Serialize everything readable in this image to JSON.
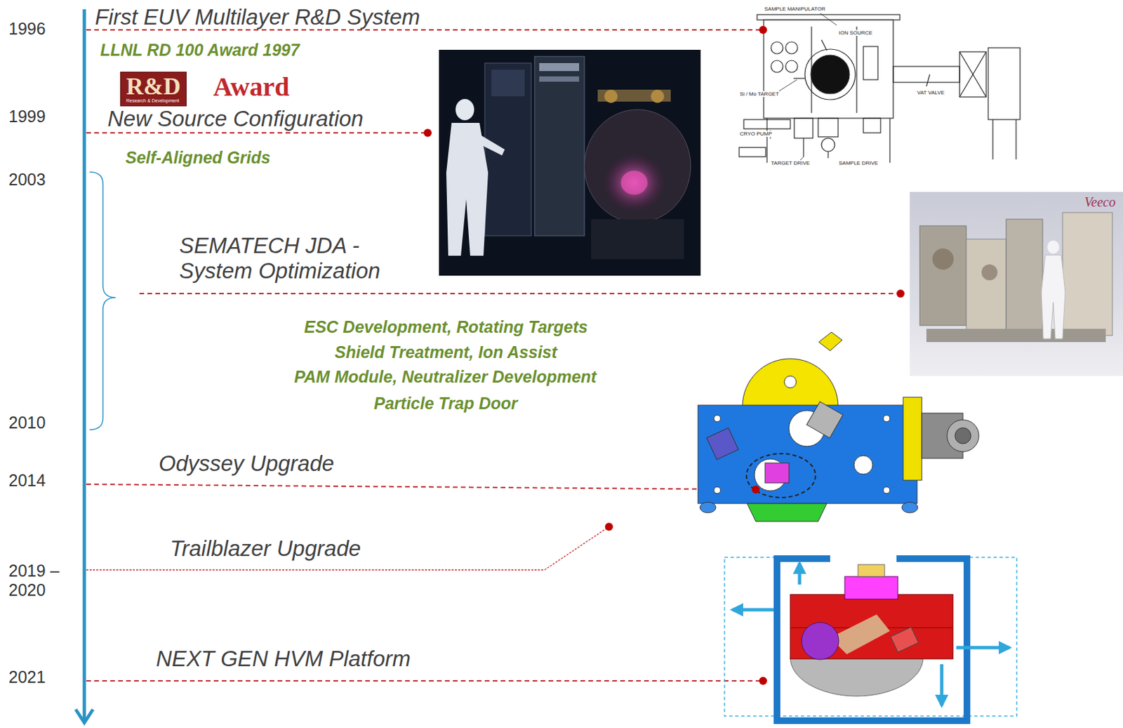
{
  "diagram": {
    "nodes": [
      {
        "text": [
          "R&D",
          "Research & Development"
        ]
      }
    ],
    "labels": [
      "1996",
      "First EUV Multilayer R&D System",
      "LLNL RD 100 Award 1997",
      "Award",
      "1999",
      "New Source Configuration",
      "Self-Aligned Grids",
      "2003",
      "SEMATECH JDA - System Optimization",
      "ESC Development, Rotating Targets",
      "Shield Treatment, Ion Assist",
      "PAM Module, Neutralizer Development",
      "Particle Trap Door",
      "2010",
      "2014",
      "Odyssey Upgrade",
      "2019 – 2020",
      "Trailblazer Upgrade",
      "2021",
      "NEXT GEN HVM Platform",
      "SAMPLE MANIPULATOR",
      "ION SOURCE",
      "Si / Mo TARGET",
      "CRYO PUMP",
      "TARGET DRIVE",
      "SAMPLE DRIVE",
      "VAT VALVE",
      "Veeco"
    ]
  }
}
